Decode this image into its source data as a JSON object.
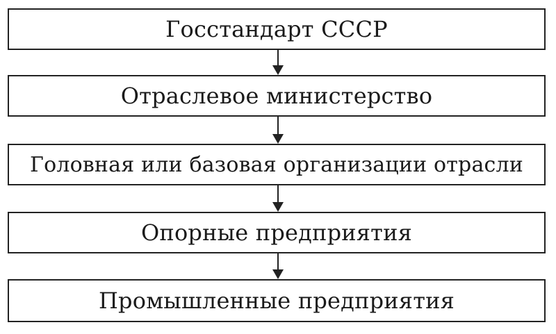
{
  "diagram": {
    "boxes": [
      {
        "label": "Госстандарт СССР"
      },
      {
        "label": "Отраслевое министерство"
      },
      {
        "label": "Головная или базовая организации отрасли"
      },
      {
        "label": "Опорные предприятия"
      },
      {
        "label": "Промышленные предприятия"
      }
    ]
  }
}
